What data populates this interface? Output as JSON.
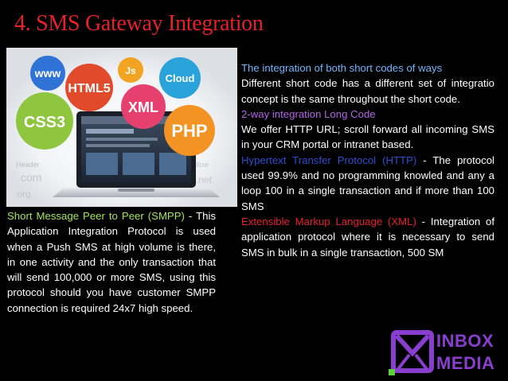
{
  "slide": {
    "title": "4. SMS Gateway Integration"
  },
  "hero": {
    "bubbles": [
      "www",
      "HTML5",
      "Js",
      "Cloud",
      "CSS3",
      "XML",
      "PHP"
    ],
    "bg_words": [
      "Header",
      "com",
      ".org",
      ".net",
      "Follow"
    ]
  },
  "left": {
    "heading": "Short Message Peer to Peer (SMPP)",
    "body": " - This Application Integration Protocol is used when a Push SMS at high volume is there, in one activity and the only transaction that will send 100,000 or more SMS, using this protocol should you have customer SMPP connection is required 24x7 high speed."
  },
  "right": {
    "h1": "The integration of both short codes of ways",
    "p1": "Different short code has a different set of integratio concept is the same throughout the short code.",
    "h2": "2-way integration Long Code",
    "p2": "We offer HTTP URL; scroll forward all incoming SMS in your CRM  portal or intranet based.",
    "h3": "Hypertext Transfer Protocol (HTTP)",
    "p3": " - The protocol used 99.9% and no programming knowled and any a loop 100 in a single transaction and if more than 100 SMS",
    "h4": "Extensible Markup Language (XML)",
    "p4": " - Integration of application protocol where it is necessary to send SMS in bulk in a single transaction, 500 SM"
  },
  "logo": {
    "line1": "INBOX",
    "line2": "MEDIA"
  },
  "colors": {
    "title": "#e8202a",
    "smpp": "#a6e35b",
    "heading1": "#6fb7ff",
    "heading2": "#b565e8",
    "heading3": "#2d4fd1",
    "heading4": "#e8202a",
    "logo": "#8a3ed0"
  }
}
